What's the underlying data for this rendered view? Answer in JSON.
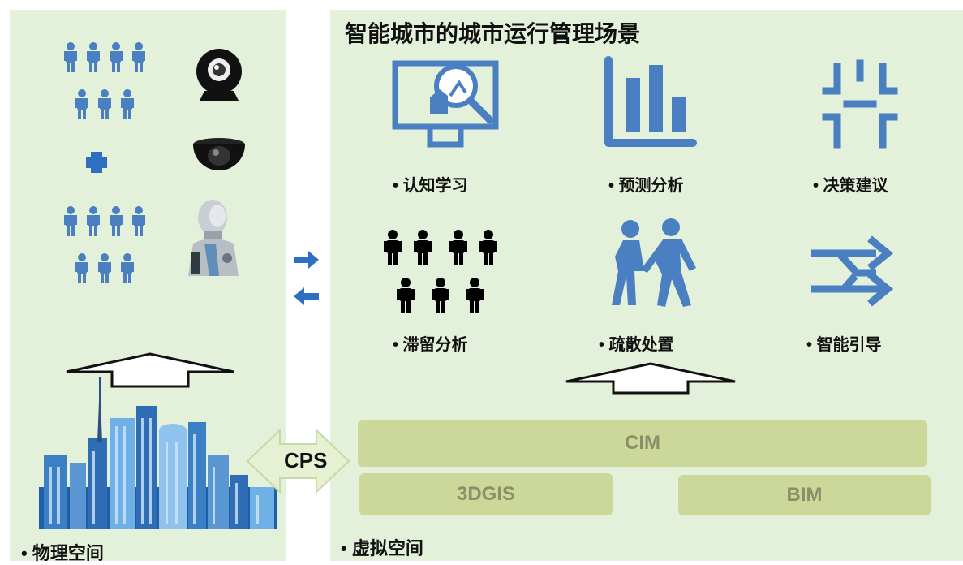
{
  "diagram": {
    "title": "智能城市的城市运行管理场景",
    "left_panel": {
      "caption": "物理空间"
    },
    "right_panel": {
      "caption": "虚拟空间"
    },
    "middle": {
      "cps_label": "CPS"
    },
    "functions": [
      {
        "label": "认知学习",
        "icon": "monitor-magnifier-icon"
      },
      {
        "label": "预测分析",
        "icon": "bar-chart-icon"
      },
      {
        "label": "决策建议",
        "icon": "decision-brackets-icon"
      },
      {
        "label": "滞留分析",
        "icon": "people-crowd-icon"
      },
      {
        "label": "疏散处置",
        "icon": "walking-people-icon"
      },
      {
        "label": "智能引导",
        "icon": "redirect-arrows-icon"
      }
    ],
    "bars": {
      "cim": "CIM",
      "gis": "3DGIS",
      "bim": "BIM"
    },
    "colors": {
      "panel": "#e3f0da",
      "icon_blue": "#4a7fc1",
      "bar": "#ccd79a",
      "bar_text": "#8a8f6a"
    }
  }
}
